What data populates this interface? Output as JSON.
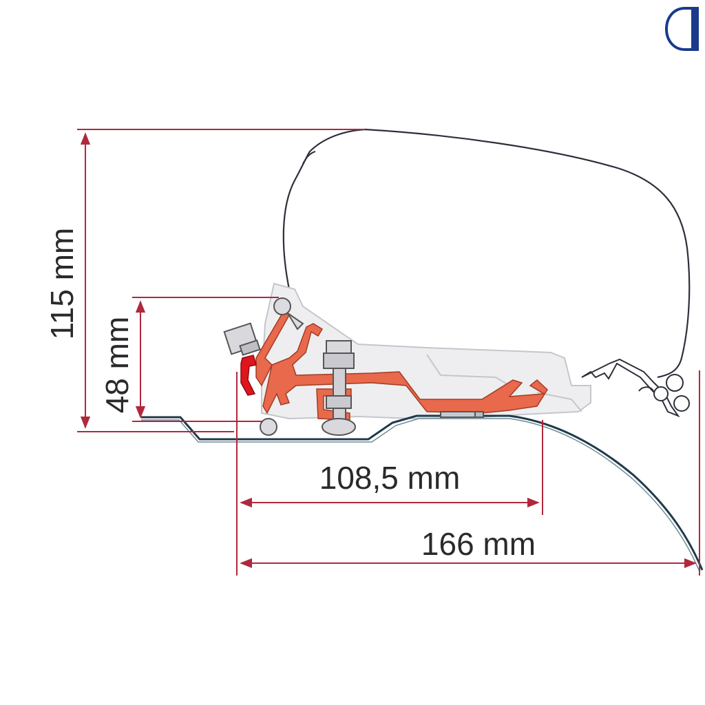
{
  "dimensions": {
    "height_total": "115 mm",
    "height_bracket": "48 mm",
    "width_bracket": "108,5 mm",
    "width_total": "166 mm"
  },
  "colors": {
    "dimension_line": "#b0283c",
    "bracket": "#e8694c",
    "bracket_highlight": "#e0141c",
    "awning_outline": "#2c2f3a",
    "roof_profile": "#1f3a4a",
    "logo_blue": "#1a3a8c"
  },
  "icons": {
    "logo": "brand-logo-icon"
  }
}
